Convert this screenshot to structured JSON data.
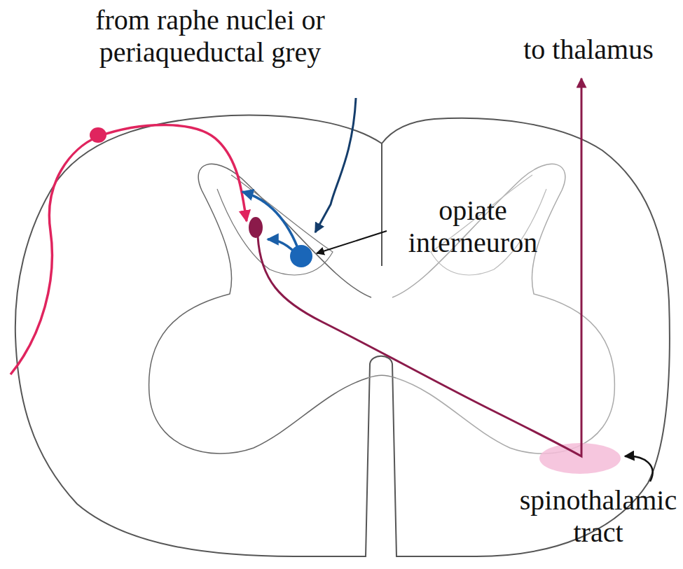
{
  "diagram": {
    "labels": [
      "from raphe nuclei or periaqueductal grey",
      "to thalamus",
      "opiate interneuron",
      "spinothalamic tract"
    ]
  }
}
